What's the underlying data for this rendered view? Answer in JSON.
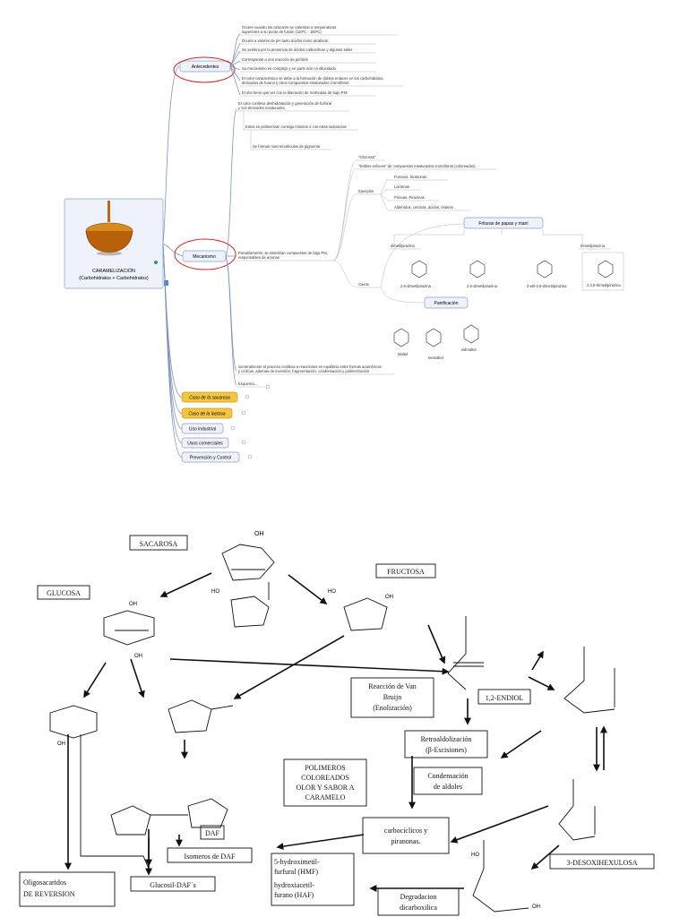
{
  "mindmap": {
    "root_title": "CARAMELIZACIÓN",
    "root_subtitle": "(Carbohidratos + Carbohidratos)",
    "branches": {
      "antecedentes": "Antecedentes",
      "mecanismo": "Mecanismo",
      "sacarosa": "Caso de la sacarosa",
      "lactosa": "Caso de la lactosa",
      "industrial": "Uso industrial",
      "comerciales": "Usos comerciales",
      "prevencion": "Prevención y Control"
    },
    "antecedentes_items": [
      "Ocurre cuando los azúcares se calientan a temperaturas",
      "superiores a su punto de fusión (110ºC - 180ºC)",
      "Ocurre a valores de pH tanto ácidos como alcalinos",
      "Se acelera por la presencia de ácidos carboxílicos y algunas sales",
      "Corresponde a una reacción de pirólisis",
      "Su mecanismo es complejo y en parte aún no dilucidado",
      "El color característico se debe a la formación de dobles enlaces en los carbohidratos,",
      "derivados de furano y otros compuestos insaturados cromóforos",
      "El olor tiene que ver con la liberación de moléculas de bajo P.M."
    ],
    "mecanismo_items": {
      "color_line": "El color conlleva deshidratación y generación de furfural",
      "derivados": "y sus derivados insaturados",
      "polimerizan": "Estos se polimerizan consigo mismos o con otras sustancias",
      "macromoleculas": "Se forman macromoléculas de pigmento",
      "paralelamente": "Paralelamente: se sintetizan compuestos de bajo PM,",
      "responsables": "responsables de aromas",
      "olorosos": "\"Olorosos\"",
      "dobles_enlaces": "\"Dobles enlaces\" de compuestos insaturados cromóforos (coloreados)",
      "ejemplos_label": "Ejemplos",
      "ejemplos": [
        "Furanos, furanonas",
        "Lactonas",
        "Pironas, Pirazinas",
        "Aldehídos, cetonas, ácidos, ésteres"
      ],
      "casos_label": "Casos",
      "frituras": "Frituras de papas y maní",
      "dimetilpirazina": "dimetilpirazina",
      "trimetilpirazina": "trimetilpirazina",
      "pirazinas": [
        "2,5-dimetilpirazina",
        "2,6-dimetilpirazina",
        "2-etil-3,6-dimetilpirazina",
        "2,3,5-trimetilpirazina"
      ],
      "panificacion": "Panificación",
      "panificacion_compuestos": [
        "Maltol",
        "Isomaltol",
        "etilmaltol"
      ],
      "equilibrio_1": "Generalmente el proceso conlleva a reacciones en equilibrio entre formas anoméricas",
      "equilibrio_2": "y cíclicas, además de inversión, fragmentación, condensación y polimerización",
      "esquema": "Esquema..."
    }
  },
  "scheme": {
    "labels": {
      "sacarosa": "SACAROSA",
      "glucosa": "GLUCOSA",
      "fructosa": "FRUCTOSA",
      "van_bruijn": [
        "Reacción de Van",
        "Bruijn",
        "(Enolización)"
      ],
      "endiol": "1,2-ENDIOL",
      "retroaldol": [
        "Retroaldolización",
        "(β-Escisiones)"
      ],
      "condensacion": [
        "Condensación",
        "de aldoles"
      ],
      "polimeros": [
        "POLIMEROS",
        "COLOREADOS",
        "OLOR Y SABOR A",
        "CARAMELO"
      ],
      "carbociclicos": [
        "carbocíclicos y",
        "piranonas."
      ],
      "daf": "DAF",
      "isomeros": "Isomeros de DAF",
      "hmf": [
        "5-hydroximetil-",
        "furfural (HMF)"
      ],
      "haf": [
        "hydroxiacetil-",
        "furano (HAF)"
      ],
      "desoxi": "3-DESOXIHEXULOSA",
      "oligo": [
        "Oligosacaridos",
        "DE REVERSION"
      ],
      "glucosil": "Glucosil-DAF´s",
      "degradacion": [
        "Degradacion",
        "dicarboxilica"
      ]
    }
  }
}
